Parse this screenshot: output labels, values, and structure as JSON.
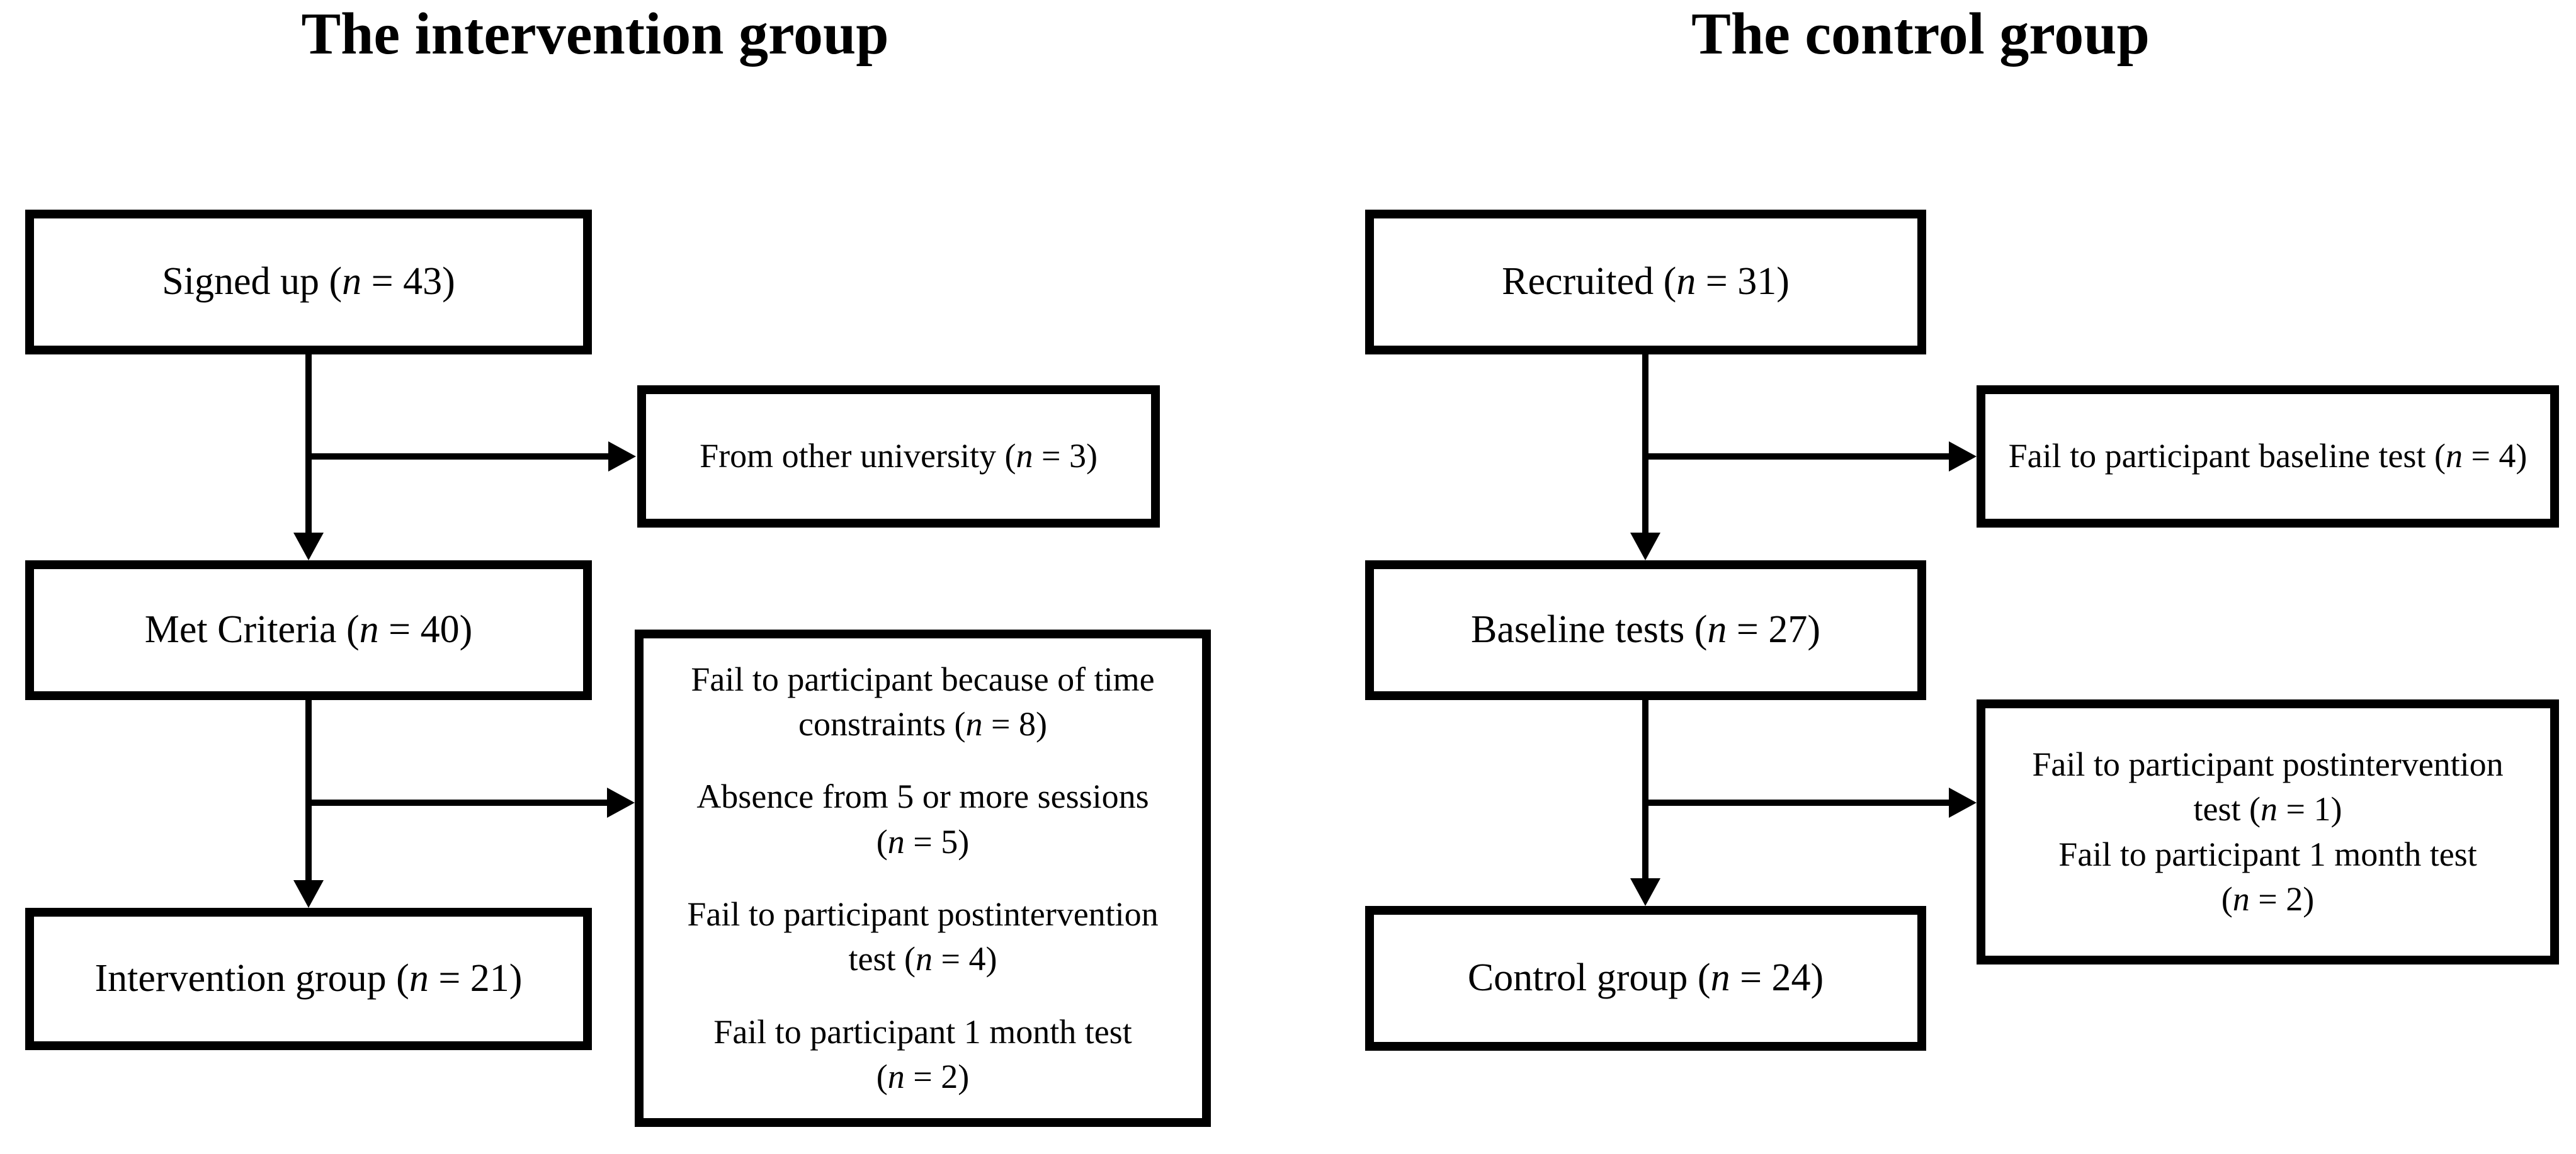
{
  "titles": {
    "left": "The intervention group",
    "right": "The control group"
  },
  "boxes": {
    "signed_up": {
      "items": [
        {
          "lines": [
            {
              "text": "Signed up",
              "n": "43"
            }
          ]
        }
      ]
    },
    "from_other_university": {
      "items": [
        {
          "lines": [
            {
              "text": "From other university",
              "n": "3"
            }
          ]
        }
      ]
    },
    "met_criteria": {
      "items": [
        {
          "lines": [
            {
              "text": "Met Criteria",
              "n": "40"
            }
          ]
        }
      ]
    },
    "intervention_group": {
      "items": [
        {
          "lines": [
            {
              "text": "Intervention group",
              "n": "21"
            }
          ]
        }
      ]
    },
    "intervention_exclusions": {
      "items": [
        {
          "lines": [
            {
              "text": "Fail to participant because of time"
            },
            {
              "text": "constraints",
              "n": "8"
            }
          ]
        },
        {
          "lines": [
            {
              "text": "Absence from 5 or more sessions"
            },
            {
              "n": "5"
            }
          ]
        },
        {
          "lines": [
            {
              "text": "Fail to participant postintervention"
            },
            {
              "text": "test",
              "n": "4"
            }
          ]
        },
        {
          "lines": [
            {
              "text": "Fail to participant 1 month test"
            },
            {
              "n": "2"
            }
          ]
        }
      ]
    },
    "recruited": {
      "items": [
        {
          "lines": [
            {
              "text": "Recruited",
              "n": "31"
            }
          ]
        }
      ]
    },
    "fail_baseline": {
      "items": [
        {
          "lines": [
            {
              "text": "Fail to participant baseline test",
              "n": "4"
            }
          ]
        }
      ]
    },
    "baseline_tests": {
      "items": [
        {
          "lines": [
            {
              "text": "Baseline tests",
              "n": "27"
            }
          ]
        }
      ]
    },
    "control_exclusions": {
      "items": [
        {
          "lines": [
            {
              "text": "Fail to participant postintervention"
            },
            {
              "text": "test",
              "n": "1"
            }
          ]
        },
        {
          "lines": [
            {
              "text": "Fail to participant 1 month test"
            },
            {
              "n": "2"
            }
          ]
        }
      ]
    },
    "control_group": {
      "items": [
        {
          "lines": [
            {
              "text": "Control group",
              "n": "24"
            }
          ]
        }
      ]
    }
  },
  "colors": {
    "ink": "#000000",
    "background": "#ffffff"
  }
}
